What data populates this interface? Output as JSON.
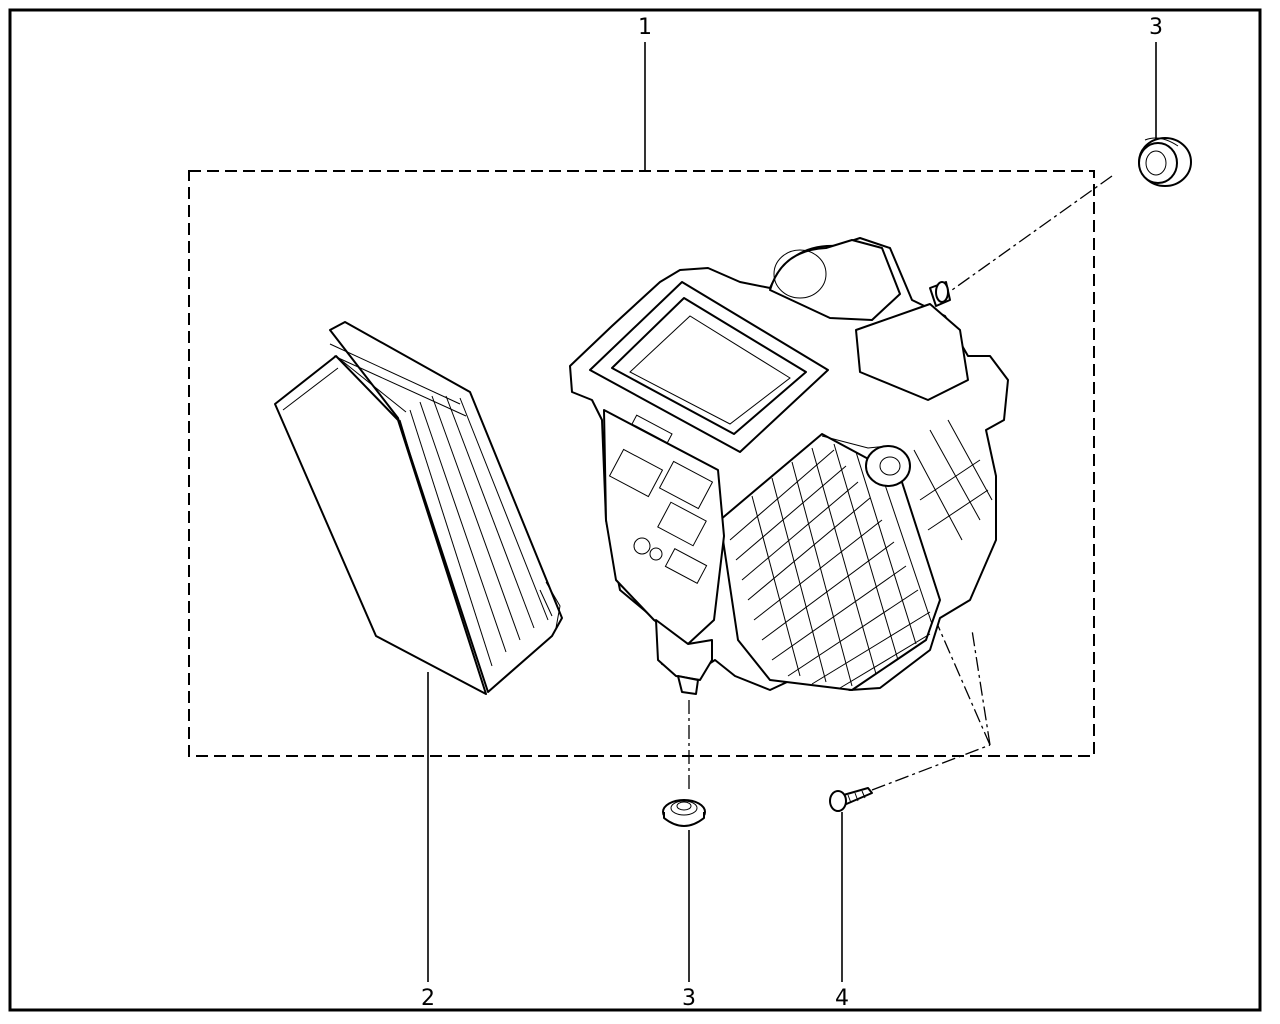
{
  "callouts": {
    "housing": "1",
    "filter": "2",
    "grommet_top": "3",
    "grommet_bottom": "3",
    "screw": "4"
  },
  "colors": {
    "ink": "#000000",
    "paper": "#ffffff"
  }
}
